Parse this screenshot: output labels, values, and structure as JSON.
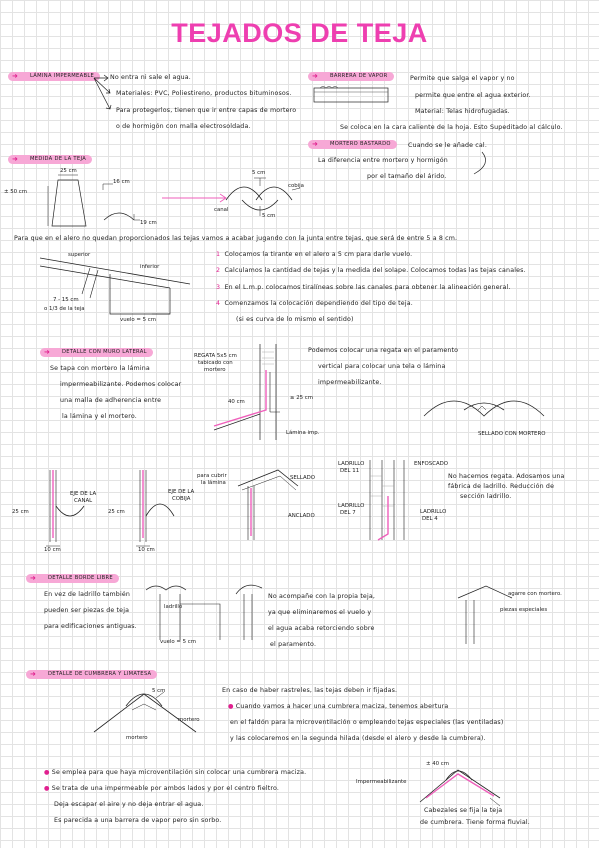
{
  "title": "TEJADOS DE TEJA",
  "lamina": {
    "heading": "LÁMINA IMPERMEABLE",
    "l1": "No entra ni sale el agua.",
    "l2": "Materiales: PVC, Poliestireno, productos bituminosos.",
    "l3": "Para protegerlos, tienen que ir entre capas de mortero",
    "l4": "o de hormigón con malla electrosoldada."
  },
  "barrera": {
    "heading": "BARRERA DE VAPOR",
    "l1": "Permite que salga el vapor y no",
    "l2": "permite que entre el agua exterior.",
    "l3": "Material: Telas hidrofugadas.",
    "l4": "Se coloca en la cara caliente de la hoja. Esto Supeditado al cálculo.",
    "l5a": "MORTERO BASTARDO",
    "l5b": "Cuando se le añade cal.",
    "l6": "La diferencia entre mortero y hormigón",
    "l7": "por el tamaño del árido."
  },
  "medida": {
    "heading": "MEDIDA DE LA TEJA",
    "d1": "25 cm",
    "d2": "± 50 cm",
    "d3": "16 cm",
    "d4": "19 cm",
    "d5": "5 cm",
    "d6": "canal",
    "d7": "cobija",
    "d8": "5 cm",
    "para": "Para que en el alero no quedan proporcionados las tejas vamos a acabar jugando con la junta entre tejas, que será de entre 5 a 8 cm.",
    "s1": "superior",
    "s2": "inferior",
    "s3": "7 - 15 cm",
    "s4": "o 1/3 de la teja",
    "s5": "vuelo = 5 cm",
    "steps": [
      {
        "n": "1",
        "t": "Colocamos la tirante en el alero a 5 cm para darle vuelo."
      },
      {
        "n": "2",
        "t": "Calculamos la cantidad de tejas y la medida del solape. Colocamos todas las tejas canales."
      },
      {
        "n": "3",
        "t": "En el L.m.p. colocamos tiralíneas sobre las canales para obtener la alineación general."
      },
      {
        "n": "4",
        "t": "Comenzamos la colocación dependiendo del tipo de teja."
      }
    ],
    "note": "(si es curva de lo mismo el sentido)"
  },
  "muro": {
    "heading": "DETALLE CON MURO LATERAL",
    "l1": "Se tapa con mortero la lámina",
    "l2": "impermeabilizante. Podemos colocar",
    "l3": "una malla de adherencia entre",
    "l4": "la lámina y el mortero.",
    "r1": "Podemos colocar una regata en el paramento",
    "r2": "vertical para colocar una tela o lámina",
    "r3": "impermeabilizante.",
    "f1": "REGATA 5x5 cm",
    "f2": "tabicado con",
    "f3": "mortero",
    "f4": "40 cm",
    "f5": "≥ 25 cm",
    "f6": "Lámina imp.",
    "f7": "SELLADO CON MORTERO",
    "c1": "EJE DE LA",
    "c2": "CANAL",
    "c3": "25 cm",
    "c4": "10 cm",
    "c5": "EJE DE LA",
    "c6": "COBIJA",
    "c7": "25 cm",
    "c8": "10 cm",
    "b1": "para cubrir",
    "b2": "la lámina",
    "b3": "SELLADO",
    "b4": "ANCLADO",
    "e1": "LADRILLO",
    "e2": "DEL 11",
    "e3": "ENFOSCADO",
    "e4": "LADRILLO",
    "e5": "DEL 7",
    "e6": "LADRILLO",
    "e7": "DEL 4",
    "n1": "No hacemos regata. Adosamos una",
    "n2": "fábrica de ladrillo. Reducción de",
    "n3": "sección ladrillo."
  },
  "borde": {
    "heading": "DETALLE BORDE LIBRE",
    "l1": "En vez de ladrillo también",
    "l2": "pueden ser piezas de teja",
    "l3": "para edificaciones antiguas.",
    "l4": "ladrillo",
    "l5": "vuelo = 5 cm",
    "m1": "No acompañe con la propia teja,",
    "m2": "ya que eliminaremos el vuelo y",
    "m3": "el agua acaba retorciendo sobre",
    "m4": "el paramento.",
    "r1": "agarre con mortero.",
    "r2": "piezas especiales"
  },
  "cumbrera": {
    "heading": "DETALLE DE CUMBRERA Y LIMATESA",
    "f1": "5 cm",
    "f2": "mortero",
    "f3": "mortero",
    "l1": "En caso de haber rastreles, las tejas deben ir fijadas.",
    "l2": "Cuando vamos a hacer una cumbrera maciza, tenemos abertura",
    "l3": "en el faldón para la microventilación o empleando tejas especiales (las ventiladas)",
    "l4": "y las colocaremos en la segunda hilada (desde el alero y desde la cumbrera).",
    "b1": "Se emplea para que haya microventilación sin colocar una cumbrera maciza.",
    "b2": "Se trata de una impermeable por ambos lados y por el centro fieltro.",
    "b3": "Deja escapar el aire y no deja entrar el agua.",
    "b4": "Es parecida a una barrera de vapor pero sin sorbo.",
    "r1": "± 40 cm",
    "r2": "Impermeabilizante",
    "r3": "Cabezales se fija la teja",
    "r4": "de cumbrera. Tiene forma fluvial."
  }
}
